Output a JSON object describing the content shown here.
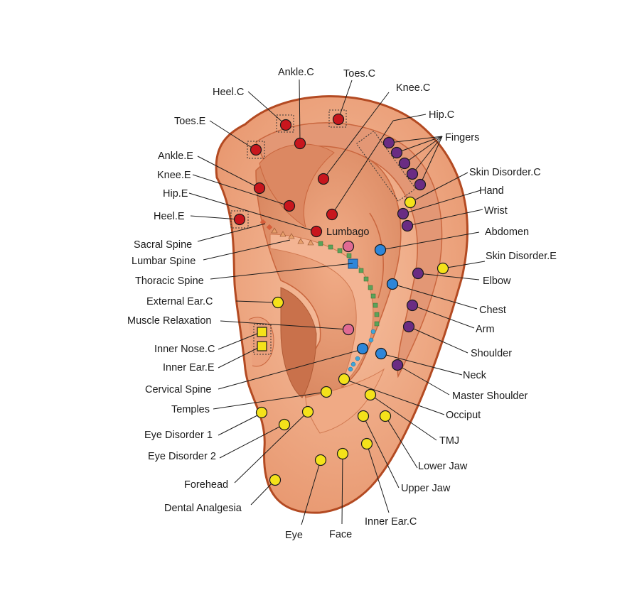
{
  "labels": {
    "ankle_c": "Ankle.C",
    "toes_c": "Toes.C",
    "knee_c": "Knee.C",
    "heel_c": "Heel.C",
    "hip_c": "Hip.C",
    "toes_e": "Toes.E",
    "fingers": "Fingers",
    "ankle_e": "Ankle.E",
    "skin_disorder_c": "Skin Disorder.C",
    "knee_e": "Knee.E",
    "hand": "Hand",
    "hip_e": "Hip.E",
    "wrist": "Wrist",
    "heel_e": "Heel.E",
    "lumbago": "Lumbago",
    "abdomen": "Abdomen",
    "sacral_spine": "Sacral Spine",
    "lumbar_spine": "Lumbar Spine",
    "skin_disorder_e": "Skin Disorder.E",
    "thoracic_spine": "Thoracic Spine",
    "elbow": "Elbow",
    "external_ear_c": "External Ear.C",
    "chest": "Chest",
    "muscle_relaxation": "Muscle Relaxation",
    "arm": "Arm",
    "inner_nose_c": "Inner Nose.C",
    "shoulder": "Shoulder",
    "inner_ear_e": "Inner Ear.E",
    "neck": "Neck",
    "cervical_spine": "Cervical Spine",
    "master_shoulder": "Master Shoulder",
    "temples": "Temples",
    "occiput": "Occiput",
    "eye_disorder_1": "Eye Disorder 1",
    "tmj": "TMJ",
    "eye_disorder_2": "Eye Disorder 2",
    "lower_jaw": "Lower Jaw",
    "forehead": "Forehead",
    "upper_jaw": "Upper Jaw",
    "dental_analgesia": "Dental Analgesia",
    "inner_ear_c": "Inner Ear.C",
    "eye": "Eye",
    "face": "Face"
  },
  "colors": {
    "red_point": "#c8161d",
    "purple_point": "#6a2c83",
    "yellow_point": "#f4e21a",
    "blue_point": "#2e86d9",
    "pink_point": "#e06a93",
    "green_dot": "#5aa35a",
    "ear_outline": "#b34a22",
    "ear_skin": "#f0a57f"
  }
}
